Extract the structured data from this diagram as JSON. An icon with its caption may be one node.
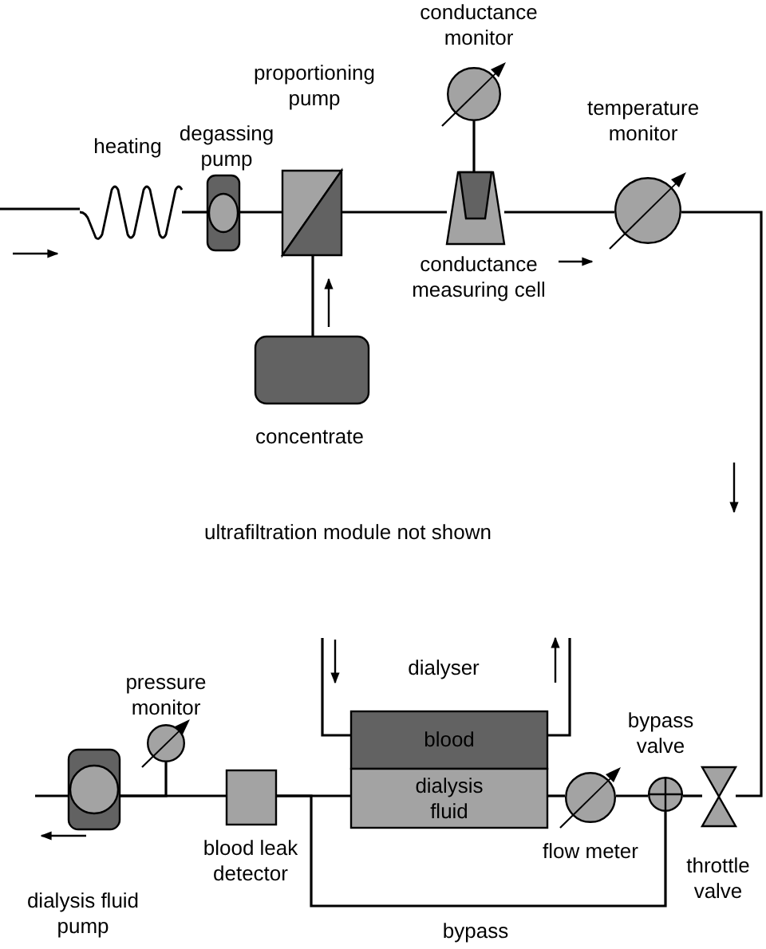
{
  "diagram": {
    "nodes": [
      {
        "text": [
          "heating"
        ]
      },
      {
        "text": [
          "degassing pump"
        ]
      },
      {
        "text": [
          "proportioning pump"
        ]
      },
      {
        "text": [
          "concentrate"
        ]
      },
      {
        "text": [
          "conductance measuring cell"
        ]
      },
      {
        "text": [
          "conductance monitor"
        ]
      },
      {
        "text": [
          "temperature monitor"
        ]
      },
      {
        "text": [
          "blood"
        ]
      },
      {
        "text": [
          "dialysis fluid"
        ]
      },
      {
        "text": [
          "flow meter"
        ]
      },
      {
        "text": [
          "bypass valve"
        ]
      },
      {
        "text": [
          "throttle valve"
        ]
      },
      {
        "text": [
          "blood leak detector"
        ]
      },
      {
        "text": [
          "pressure monitor"
        ]
      },
      {
        "text": [
          "dialysis fluid pump"
        ]
      }
    ],
    "edges": [
      {
        "from": null,
        "to": 0,
        "arrow": "none"
      },
      {
        "from": 0,
        "to": 1,
        "arrow": "none"
      },
      {
        "from": 1,
        "to": 2,
        "arrow": "none"
      },
      {
        "from": 3,
        "to": 2,
        "arrow": "none"
      },
      {
        "from": 2,
        "to": 4,
        "arrow": "none"
      },
      {
        "from": 4,
        "to": 5,
        "arrow": "none"
      },
      {
        "from": 4,
        "to": 6,
        "arrow": "none"
      },
      {
        "from": 6,
        "to": 11,
        "arrow": "none"
      },
      {
        "from": 11,
        "to": 10,
        "arrow": "none"
      },
      {
        "from": 10,
        "to": 9,
        "arrow": "none"
      },
      {
        "from": 9,
        "to": 8,
        "arrow": "none"
      },
      {
        "from": 8,
        "to": 12,
        "arrow": "none"
      },
      {
        "from": 12,
        "to": 14,
        "arrow": "none"
      },
      {
        "from": 13,
        "to": 14,
        "arrow": "none"
      },
      {
        "from": 10,
        "to": 12,
        "label": "bypass",
        "arrow": "none"
      },
      {
        "from": 14,
        "to": null,
        "arrow": "none"
      },
      {
        "from": null,
        "to": 7,
        "arrow": "none"
      },
      {
        "from": 7,
        "to": null,
        "arrow": "none"
      }
    ],
    "labels": [
      "ultrafiltration module not shown",
      "dialyser"
    ]
  }
}
